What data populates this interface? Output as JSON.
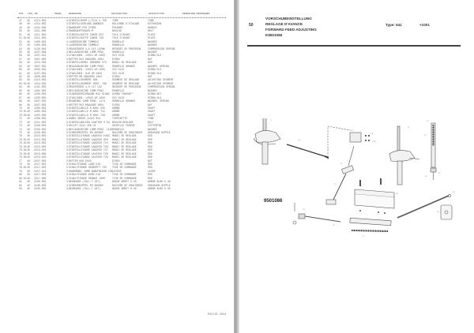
{
  "left_page": {
    "columns": [
      "POS",
      "TE",
      "TEIL-NR",
      "MENGE",
      "BENENNUNG",
      "DESIGNATION",
      "DESCRIPTION",
      "BEMERKUNG/REMARQUE",
      "TE"
    ],
    "rows": [
      {
        "pos": "47",
        "te": "40",
        "part": "1212.003",
        "qty": "3",
        "de": "EINSTELLROHR 1,5714 x 7SS",
        "fr": "TUBE",
        "en": "TUBE"
      },
      {
        "pos": "48",
        "te": "40",
        "part": "1214.003",
        "qty": "3",
        "de": "EINSTELLVERLANG.ZWANGES",
        "fr": "RALLONGE D'ETALAGE",
        "en": "EXTENSION"
      },
      {
        "pos": "49",
        "te": "40",
        "part": "1231.030",
        "qty": "3",
        "de": "BANDKUPP.FUR ZYKER",
        "fr": "POIGNEE",
        "en": "HANDLE"
      },
      {
        "pos": "50",
        "te": "40",
        "part": "1211.008",
        "qty": "3",
        "de": "RANDKAUPPUNGEN M",
        "fr": "BOULON",
        "en": "BOLT"
      },
      {
        "pos": "51",
        "te": "40",
        "part": "1211.003",
        "qty": "3",
        "de": "EINSTELLRATTE IAKOS E52",
        "fr": "TOLE D'AVANT",
        "en": "PLATE"
      },
      {
        "pos": "51.01",
        "te": "40",
        "part": "1211.003",
        "qty": "3",
        "de": "EINSTELLRATTE IAKOS T29",
        "fr": "TOLE D'AVANT",
        "en": "PLATE"
      },
      {
        "pos": "52",
        "te": "40",
        "part": "1450.003",
        "qty": "3",
        "de": "LAGERSCHEIBE TAMMOLE",
        "fr": "RONDELLE",
        "en": "WASHER"
      },
      {
        "pos": "53",
        "te": "40",
        "part": "1450.003",
        "qty": "3",
        "de": "LAGERSCHEIBE TAMMOLE",
        "fr": "RONDELLE",
        "en": "WASHER"
      },
      {
        "pos": "54",
        "te": "40",
        "part": "1130.004",
        "qty": "3",
        "de": "DRUCKFEDER 4,0 113 LS2NK",
        "fr": "RESSORT DE PRESSION",
        "en": "COMPRESSION SPRING"
      },
      {
        "pos": "55",
        "te": "40",
        "part": "1237.008",
        "qty": "3",
        "de": "BEILAGSCHEIBE 13MM PENZ.",
        "fr": "RONDELLE",
        "en": "WASHER"
      },
      {
        "pos": "56",
        "te": "40",
        "part": "1237.012",
        "qty": "3",
        "de": "ZYAKLIGEN. 13X15 VR.1003",
        "fr": "VIS HLIS",
        "en": "SCREW HLX"
      },
      {
        "pos": "57",
        "te": "40",
        "part": "1037.003",
        "qty": "3",
        "de": "MUTTER M12 KNAUSEN 1004",
        "fr": "ECROU",
        "en": "NUT"
      },
      {
        "pos": "58",
        "te": "40",
        "part": "1213.003",
        "qty": "3",
        "de": "EINSTELLHEBEL HEBINRG 573",
        "fr": "MANIC DE REGLAGE",
        "en": "ROD"
      },
      {
        "pos": "59",
        "te": "40",
        "part": "1037.003",
        "qty": "3",
        "de": "BEGLAGSCHEIBE 12MM PENZ.",
        "fr": "RONDELLE GROWER",
        "en": "WASHER, SPRING"
      },
      {
        "pos": "60",
        "te": "40",
        "part": "1035.003",
        "qty": "3",
        "de": "ZYAKLIGEN. 12X15 VR.1003",
        "fr": "VIS HLIS",
        "en": "SCREW HLX"
      },
      {
        "pos": "61",
        "te": "40",
        "part": "1237.004",
        "qty": "3",
        "de": "ZYAKLIGEN. 6x6 VR.1003",
        "fr": "VIS HLIS",
        "en": "SCREW HLX"
      },
      {
        "pos": "62",
        "te": "40",
        "part": "1036.003",
        "qty": "3",
        "de": "MUTTER M6 KNAUSEN 1004",
        "fr": "ECROU",
        "en": "NUT"
      },
      {
        "pos": "63",
        "te": "40",
        "part": "1213.003",
        "qty": "3",
        "de": "EINSTELLSEGMENT 638",
        "fr": "SEGMENT DE REGLAGE",
        "en": "ADJUSTING SEGMENT"
      },
      {
        "pos": "63.01",
        "te": "40",
        "part": "1213.003",
        "qty": "3",
        "de": "EINSTELLSEGMENT VERS. 798",
        "fr": "SEGMENT DE REGLAGE",
        "en": "ADJUSTING SEGMENT"
      },
      {
        "pos": "64",
        "te": "40",
        "part": "1131.003",
        "qty": "3",
        "de": "DRUCKFEDER 4,0 117 LS2",
        "fr": "RESSORT DE PRESSION",
        "en": "COMPRESSION SPRING"
      },
      {
        "pos": "65",
        "te": "40",
        "part": "1201.003",
        "qty": "3",
        "de": "BEILAGSCHEIBE 13MM PENZ.",
        "fr": "RONDELLE",
        "en": "WASHER"
      },
      {
        "pos": "66",
        "te": "40",
        "part": "1230.003",
        "qty": "3",
        "de": "SCHARNIERSCHRAUBE M12 GLANZ",
        "fr": "SCREW \"KNOUNT\"",
        "en": "SCREW NUT"
      },
      {
        "pos": "67",
        "te": "40",
        "part": "1235.003",
        "qty": "3",
        "de": "ZYAKLIGEN. 12X20 VR.1003",
        "fr": "VIS HLIS",
        "en": "SCREW HLX"
      },
      {
        "pos": "68",
        "te": "40",
        "part": "1037.003",
        "qty": "3",
        "de": "REGNEHKG 12MM PENZ. 1174",
        "fr": "RONDELLE GROWER",
        "en": "WASHER, SPRING"
      },
      {
        "pos": "69",
        "te": "40",
        "part": "1037.003",
        "qty": "3",
        "de": "MUTTER M12 KNAUSEN 1004",
        "fr": "ECROU",
        "en": "NUT"
      },
      {
        "pos": "70",
        "te": "40",
        "part": "1205.003",
        "qty": "3",
        "de": "EINSTELLWELLE R.KEHL 55S",
        "fr": "ARBRE",
        "en": "SHAFT"
      },
      {
        "pos": "70.01",
        "te": "40",
        "part": "1205.003",
        "qty": "3",
        "de": "EINSTELLWELLE R.KEHL T21",
        "fr": "ARBRE",
        "en": "SHAFT"
      },
      {
        "pos": "70.02",
        "te": "40",
        "part": "1205.008",
        "qty": "3",
        "de": "EINSTELLWELLE R.KEHL T28",
        "fr": "ARBRE",
        "en": "SHAFT"
      },
      {
        "pos": "71",
        "te": "40",
        "part": "1206.003",
        "qty": "3",
        "de": "KABEL GROSS 11315 M14",
        "fr": "TORPIKETTE",
        "en": "TUBE"
      },
      {
        "pos": "72",
        "te": "40",
        "part": "1211.003",
        "qty": "3",
        "de": "EINSTELLBOLZEN 1AXFISH S 53",
        "fr": "BOULON REGLAGE",
        "en": "BOLT"
      },
      {
        "pos": "73",
        "te": "40",
        "part": "2240.003",
        "qty": "3",
        "de": "DOLLET 4441 256 U1",
        "fr": "GOUPILLE FENDUE",
        "en": "COTTERPIN"
      },
      {
        "pos": "74",
        "te": "40",
        "part": "2235.003",
        "qty": "3",
        "de": "BEILAGSCHEIBE 13MM PENZ. 1125",
        "fr": "RONDELLE",
        "en": "WASHER"
      },
      {
        "pos": "75",
        "te": "40",
        "part": "2240.003",
        "qty": "3",
        "de": "SCHMIERNIPPEL MU GERADE",
        "fr": "RACCORD DE GRAISSEUR",
        "en": "GREASING NIPPLE"
      },
      {
        "pos": "76",
        "te": "40",
        "part": "2213.003",
        "qty": "3",
        "de": "EINSTELLSTANGE 1AA2550 E4K3",
        "fr": "MANIC DE REGLAGE",
        "en": "ROD"
      },
      {
        "pos": "76.01",
        "te": "40",
        "part": "2213.003",
        "qty": "3",
        "de": "EINSTELLSTANGE 1AA2550 R2S",
        "fr": "MANIC DE REGLAGE",
        "en": "ROD"
      },
      {
        "pos": "76.02",
        "te": "40",
        "part": "2213.003",
        "qty": "3",
        "de": "EINSTELLSTANGE 1AA2550 T24",
        "fr": "MANIC DE REGLAGE",
        "en": "ROD"
      },
      {
        "pos": "76.03",
        "te": "40",
        "part": "2213.003",
        "qty": "3",
        "de": "EINSTELLSTANGE 1AA2550 T26",
        "fr": "MANIC DE REGLAGE",
        "en": "ROD"
      },
      {
        "pos": "76.04",
        "te": "40",
        "part": "2213.010",
        "qty": "3",
        "de": "EINSTELLSTANGE 1AA2550 T27",
        "fr": "MANIC DE REGLAGE",
        "en": "ROD"
      },
      {
        "pos": "76.05",
        "te": "40",
        "part": "2213.008",
        "qty": "3",
        "de": "EINSTELLSTANGE 1AY2550 T28",
        "fr": "MANIC DE REGLAGE",
        "en": "ROD"
      },
      {
        "pos": "76.06",
        "te": "40",
        "part": "2213.010",
        "qty": "3",
        "de": "EINSTELLSTANGE 1AY2550 T29",
        "fr": "MANIC DE REGLAGE",
        "en": "ROD"
      },
      {
        "pos": "77",
        "te": "40",
        "part": "2037.003",
        "qty": "3",
        "de": "MUTTER M16 E016",
        "fr": "ECROU",
        "en": "NUT"
      },
      {
        "pos": "78",
        "te": "40",
        "part": "2217.003",
        "qty": "3",
        "de": "SCHALTSTANGE 1AN0 E18",
        "fr": "TIGE DE COMMANDE",
        "en": "ROD"
      },
      {
        "pos": "78.01",
        "te": "40",
        "part": "2217.003",
        "qty": "3",
        "de": "SCHALTSTANGE GEKROPFT T25",
        "fr": "TIGE DE COMMANDE",
        "en": "ROD"
      },
      {
        "pos": "79",
        "te": "40",
        "part": "2217.013",
        "qty": "3",
        "de": "HANDHEBEL 26MM KNAUFNEHUB T28",
        "fr": "LEVIER",
        "en": "LEVER"
      },
      {
        "pos": "80",
        "te": "40",
        "part": "2217.003",
        "qty": "3",
        "de": "SCHALTSTANGE KURZ E18",
        "fr": "TIGE DE COMMANDE",
        "en": "ROD"
      },
      {
        "pos": "80.01",
        "te": "40",
        "part": "2217.008",
        "qty": "3",
        "de": "SCHALTSTANGE GEBAUE 1000",
        "fr": "TIGE DE COMMANDE",
        "en": "ROD"
      },
      {
        "pos": "81",
        "te": "40",
        "part": "2235.003",
        "qty": "3",
        "de": "BEGNUNIN (TALL-T 167)",
        "fr": "BAGUE ARRET 0.40",
        "en": "ARBOR ALMO 0.40"
      },
      {
        "pos": "82",
        "te": "40",
        "part": "2240.003",
        "qty": "3",
        "de": "SCHMIERNIPPEL MU GERADE",
        "fr": "RACCORD DE GRAISSEUR",
        "en": "GREASING NIPPLE"
      },
      {
        "pos": "83",
        "te": "40",
        "part": "2235.003",
        "qty": "3",
        "de": "BEGNUNIN (TALL-T 167)",
        "fr": "BAGUE ARRET 0.40",
        "en": "ARBOR ALMO 0.40"
      }
    ],
    "footer_code": "041/25 1041"
  },
  "right_page": {
    "section_number": "50",
    "title_de": "VORSCHUBEINSTELLUNG",
    "title_fr": "REGLAGE D'AVANCE",
    "title_en": "FORWARD FEED ADJUSTING",
    "drawing_code": "K9501086",
    "type_label": "Type: 641",
    "type_suffix": "+1001",
    "diagram_id": "9501086"
  }
}
